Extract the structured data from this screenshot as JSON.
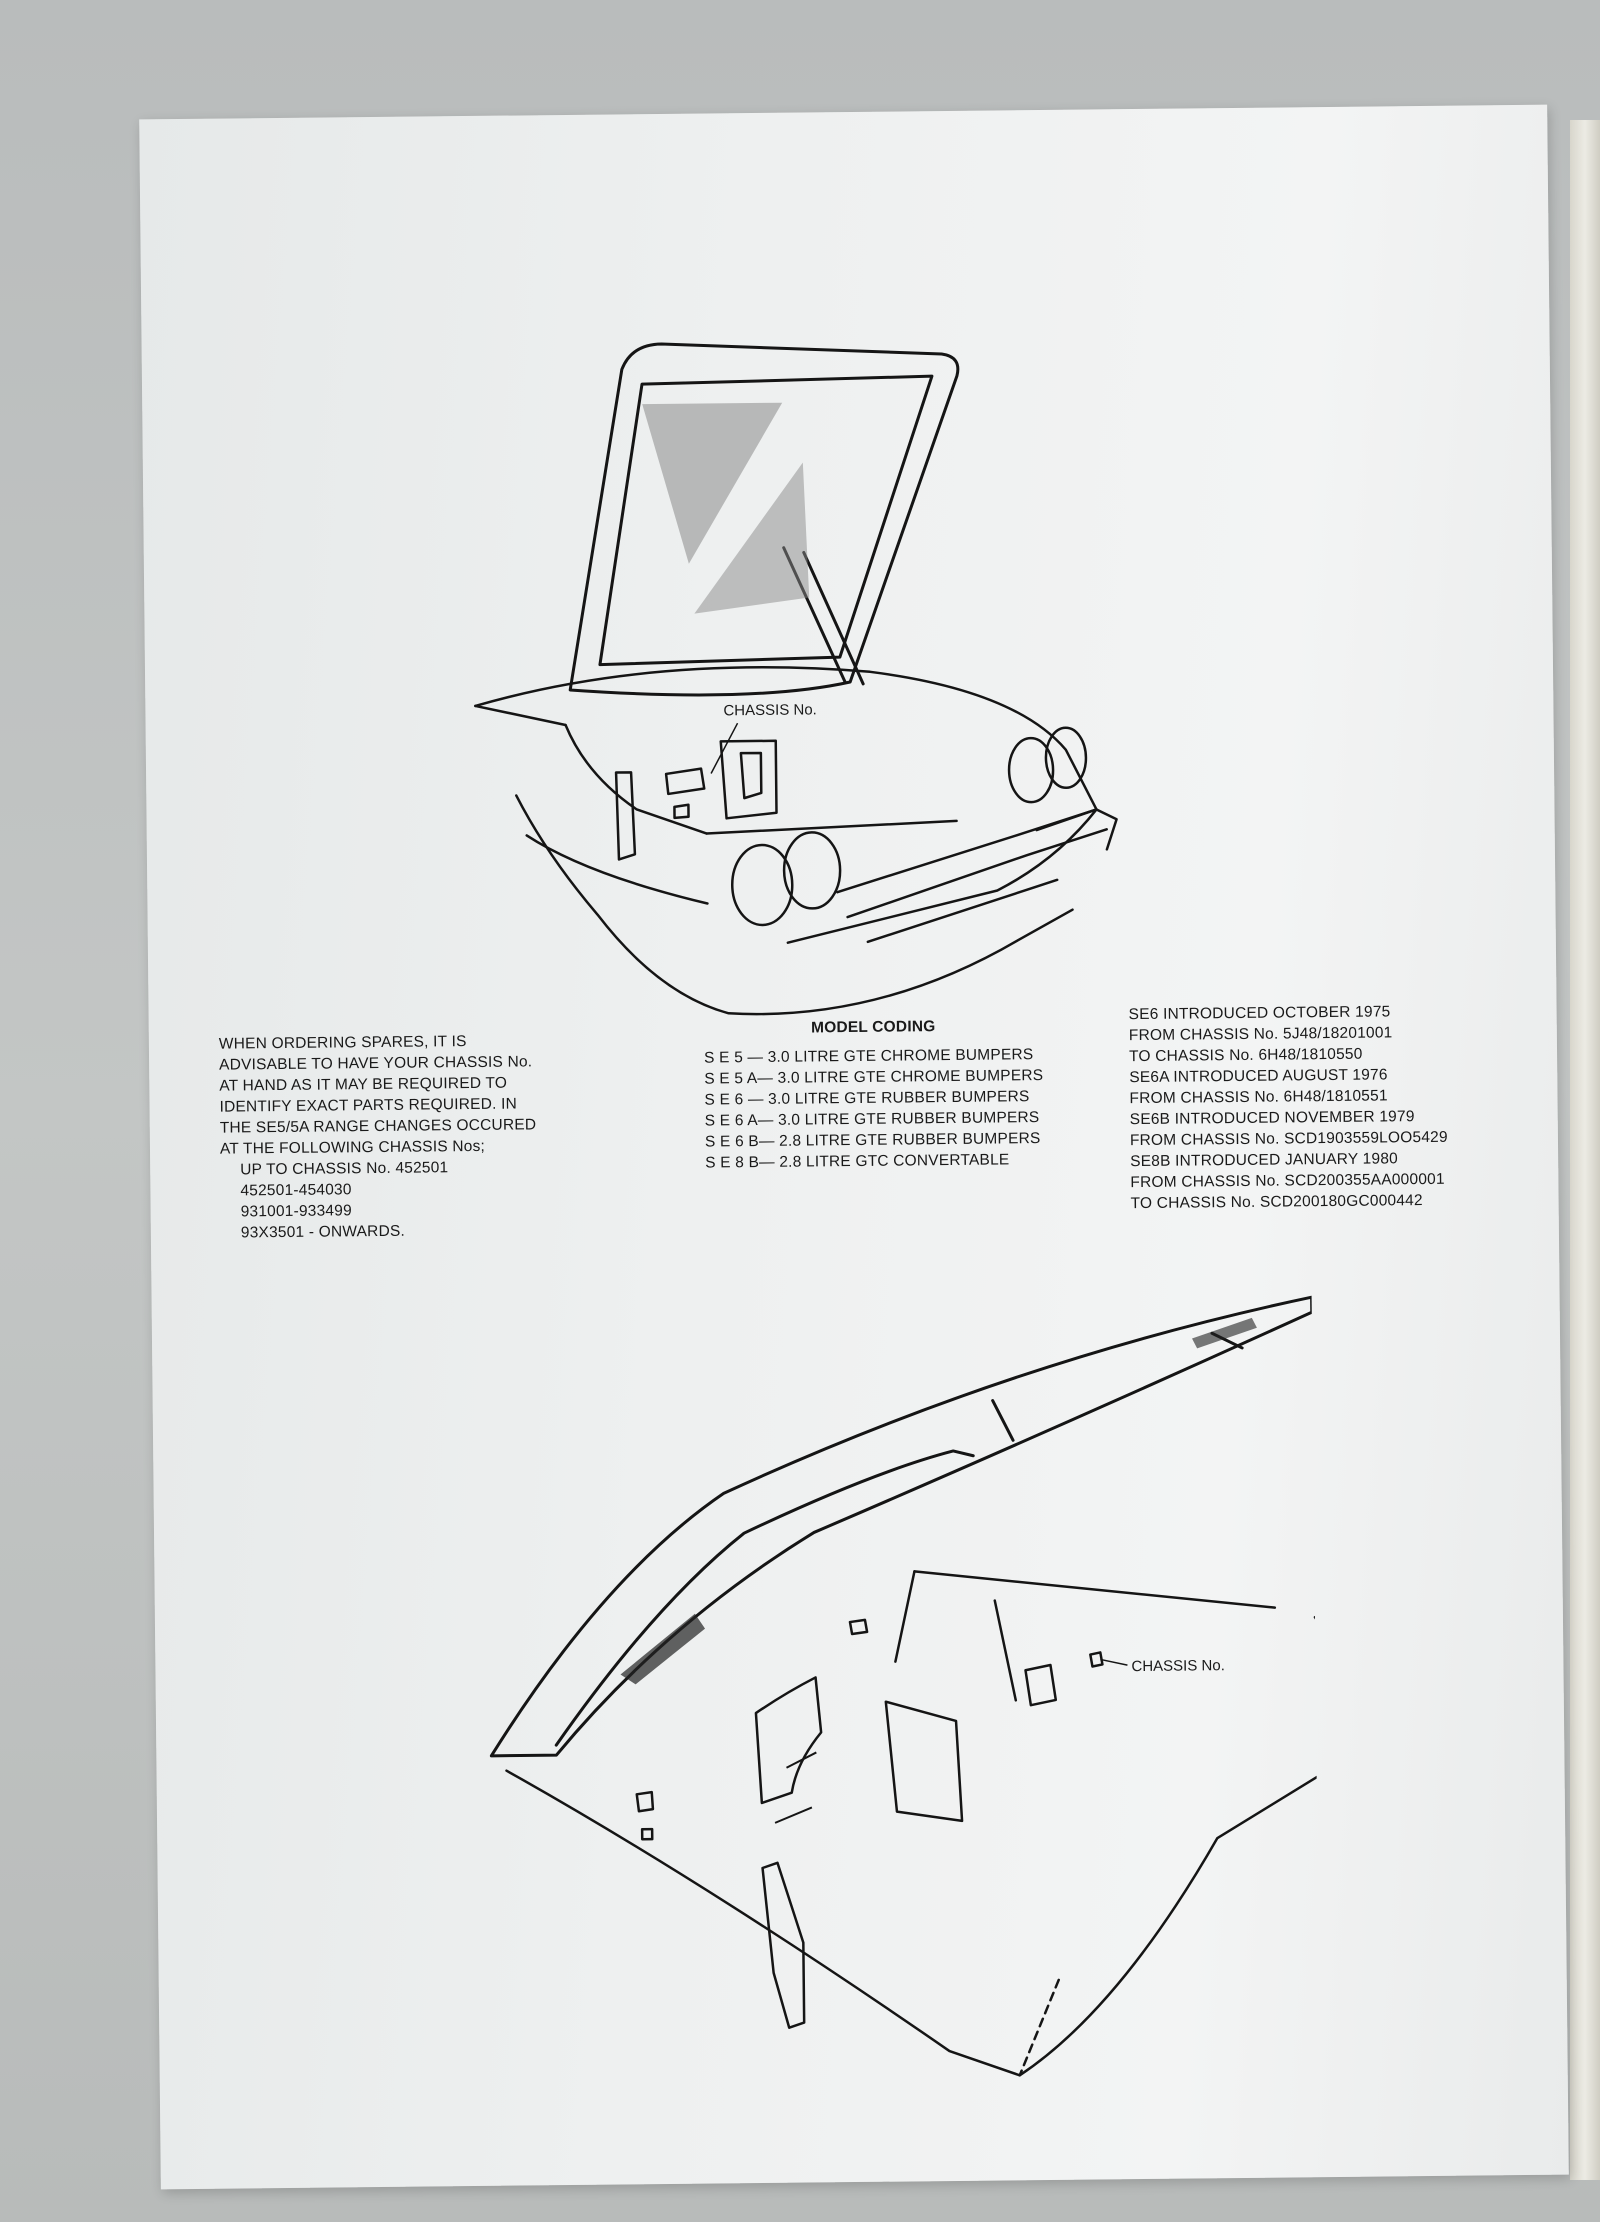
{
  "figure_top": {
    "label": "CHASSIS No."
  },
  "figure_bottom": {
    "label": "CHASSIS No."
  },
  "ordering_note": {
    "lines": [
      "WHEN ORDERING SPARES, IT IS",
      "ADVISABLE TO HAVE YOUR CHASSIS No.",
      "AT HAND AS IT MAY BE REQUIRED TO",
      "IDENTIFY EXACT PARTS REQUIRED. IN",
      "THE SE5/5A RANGE CHANGES OCCURED",
      "AT THE FOLLOWING CHASSIS Nos;"
    ],
    "chassis_list": [
      "UP TO CHASSIS No. 452501",
      "452501-454030",
      "931001-933499",
      "93X3501 - ONWARDS."
    ]
  },
  "model_coding": {
    "title": "MODEL CODING",
    "entries": [
      "S E 5  — 3.0 LITRE GTE CHROME BUMPERS",
      "S E 5 A— 3.0 LITRE GTE CHROME BUMPERS",
      "S E 6  — 3.0 LITRE GTE RUBBER BUMPERS",
      "S E 6 A— 3.0 LITRE GTE RUBBER BUMPERS",
      "S E 6 B— 2.8 LITRE GTE RUBBER BUMPERS",
      "S E 8 B— 2.8 LITRE GTC CONVERTABLE"
    ]
  },
  "introductions": {
    "lines": [
      "SE6 INTRODUCED OCTOBER 1975",
      "FROM CHASSIS No. 5J48/18201001",
      "TO CHASSIS No. 6H48/1810550",
      "SE6A INTRODUCED AUGUST 1976",
      "FROM CHASSIS No. 6H48/1810551",
      "SE6B INTRODUCED NOVEMBER 1979",
      "FROM CHASSIS No. SCD1903559LOO5429",
      "SE8B INTRODUCED JANUARY 1980",
      "FROM CHASSIS No. SCD200355AA000001",
      "TO CHASSIS No. SCD200180GC000442"
    ]
  }
}
